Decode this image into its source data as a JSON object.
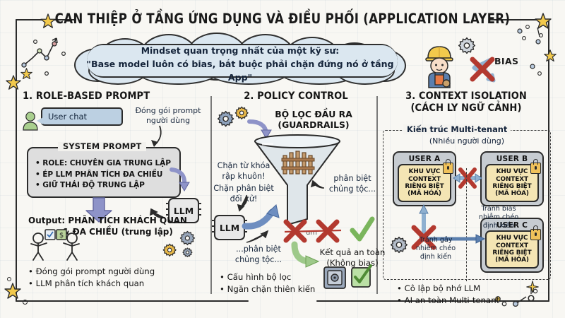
{
  "header": {
    "title": "CAN THIỆP Ở TẦNG ỨNG DỤNG VÀ ĐIỀU PHỐI (APPLICATION LAYER)",
    "cloud_line1": "Mindset quan trọng nhất của một kỹ sư:",
    "cloud_line2": "\"Base model luôn có bias, bắt buộc phải chặn đứng nó ở tầng App\"",
    "bias_label": "BIAS",
    "icons": {
      "worker": "engineer-icon",
      "gear": "gear-icon",
      "cross": "red-cross-icon"
    }
  },
  "columns": [
    {
      "id": "role-based-prompt",
      "heading": "1. ROLE-BASED PROMPT",
      "user_bubble": "User chat",
      "flow_note": "Đóng gói prompt\nngười dùng",
      "flow_note_l1": "Đóng gói prompt",
      "flow_note_l2": "người dùng",
      "system_prompt_title": "SYSTEM PROMPT",
      "system_prompt_items": [
        "• ROLE: CHUYÊN GIA TRUNG LẬP",
        "• ÉP LLM PHÂN TÍCH ĐA CHIỀU",
        "• GIỮ THÁI ĐỘ TRUNG LẬP"
      ],
      "llm_chip": "LLM",
      "output_label": "Output:",
      "output_l1": "PHÂN TÍCH KHÁCH QUAN",
      "output_l2": "& ĐA CHIỀU (trung lập)",
      "bullets": [
        "• Đóng gói prompt người dùng",
        "• LLM phân tích khách quan"
      ]
    },
    {
      "id": "policy-control",
      "heading": "2. POLICY CONTROL",
      "filter_title_l1": "BỘ LỌC ĐẦU RA",
      "filter_title_l2": "(GUARDRAILS)",
      "left_note_l1": "Chặn từ khóa",
      "left_note_l2": "rập khuôn!",
      "left_note_l3": "Chặn phân biệt",
      "left_note_l4": "đối xử!",
      "right_note_l1": "phân biệt",
      "right_note_l2": "chủng tộc...",
      "llm_chip": "LLM",
      "llm_out_l1": "...phân biệt",
      "llm_out_l2": "chủng tộc...",
      "blocked_word": "um",
      "result_l1": "Kết quả an toàn",
      "result_l2": "(Không bias)",
      "bullets": [
        "• Cấu hình bộ lọc",
        "• Ngăn chặn thiên kiến"
      ]
    },
    {
      "id": "context-isolation",
      "heading_l1": "3. CONTEXT ISOLATION",
      "heading_l2": "(CÁCH LY NGỮ CẢNH)",
      "dash_title": "Kiến trúc Multi-tenant",
      "dash_subtitle": "(Nhiều người dùng)",
      "users": [
        {
          "name": "USER A",
          "inner": [
            "KHU VỰC",
            "CONTEXT",
            "RIÊNG BIỆT",
            "(MÃ HÓA)"
          ]
        },
        {
          "name": "USER B",
          "inner": [
            "KHU VỰC",
            "CONTEXT",
            "RIÊNG BIỆT",
            "(MÃ HÓA)"
          ]
        },
        {
          "name": "USER C",
          "inner": [
            "KHU VỰC",
            "CONTEXT",
            "RIÊNG BIỆT",
            "(MÃ HÓA)"
          ]
        }
      ],
      "note_mid_l1": "Tránh bias",
      "note_mid_l2": "nhiễm chéo",
      "note_mid_l3": "định kiến",
      "note_low_l1": "Tránh gây",
      "note_low_l2": "nhiễm chéo",
      "note_low_l3": "định kiến",
      "bullets": [
        "• Cô lập bộ nhớ LLM",
        "• AI an toàn Multi-tenant"
      ]
    }
  ],
  "colors": {
    "background": "#f8f7f3",
    "ink": "#2b2b2b",
    "cloud": "#dbe7f0",
    "bubble": "#bcd0e2",
    "sysbox": "#dedede",
    "arrow_purple": "#8e93c8",
    "arrow_blue": "#6e8ec0",
    "arrow_green": "#9ec98a",
    "card_gray": "#c7ccd1",
    "card_yellow": "#f4e5b4",
    "red_cross": "#b3392f",
    "star_yellow": "#f2c94c",
    "gear_blue": "#7f94b3",
    "gear_gold": "#e9b949"
  }
}
